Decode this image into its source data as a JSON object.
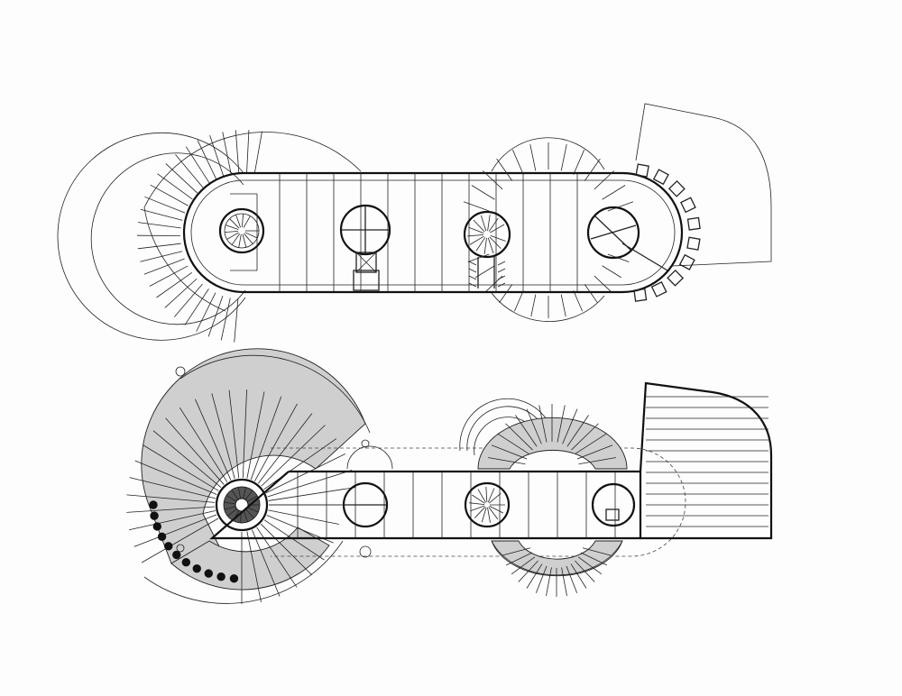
{
  "drawing": {
    "type": "architectural floor plans",
    "sheets": [
      {
        "id": "upper",
        "text": []
      },
      {
        "id": "lower",
        "text": []
      }
    ],
    "elements": [
      "spiral-staircase",
      "radial-fan-canopy",
      "capsule-shaped-hall",
      "circular-pod",
      "paved-curved-terrace",
      "column-ring"
    ],
    "colors": {
      "ink": "#111111",
      "paper": "#fdfdfd",
      "hatch": "#cfcfcf"
    }
  }
}
